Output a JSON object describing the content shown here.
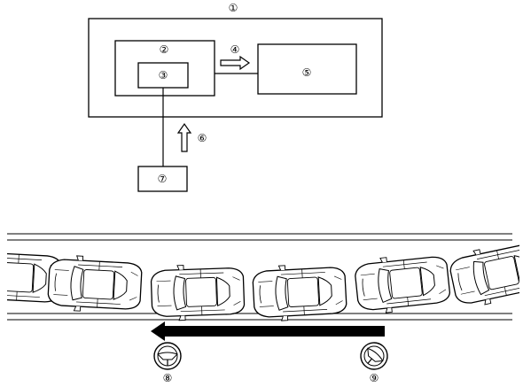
{
  "diagram": {
    "labels": {
      "outer_unit": "①",
      "module": "②",
      "sub_module": "③",
      "signal_arrow": "④",
      "target_unit": "⑤",
      "input_arrow": "⑥",
      "sensor": "⑦",
      "steering_center": "⑧",
      "steering_turned": "⑨"
    },
    "road": {
      "car_count": 6,
      "travel_direction": "left"
    },
    "colors": {
      "line": "#000000",
      "background": "#ffffff",
      "car_body": "#ffffff",
      "road_line": "#000000"
    }
  }
}
